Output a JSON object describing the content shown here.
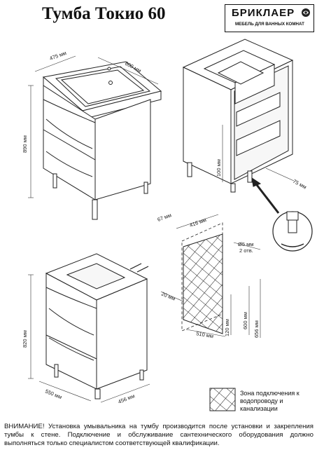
{
  "header": {
    "title": "Тумба Токио 60",
    "brand_name": "БРИКЛАЕР",
    "brand_tagline": "МЕБЕЛЬ ДЛЯ ВАННЫХ КОМНАТ"
  },
  "dimensions": {
    "depth_top": "475 мм",
    "width_top": "600 мм",
    "height_total": "890 мм",
    "leg_height": "100 мм",
    "rear_offset": "75 мм",
    "panel_offset": "67 мм",
    "panel_span": "416 мм",
    "hole": "Ø5 мм",
    "hole_count": "2 отв.",
    "hole_side": "20 мм",
    "panel_width": "510 мм",
    "panel_bottom": "120 мм",
    "panel_height": "600 мм",
    "panel_total": "656 мм",
    "cabinet_height": "820 мм",
    "cabinet_width": "550 мм",
    "cabinet_depth": "456 мм"
  },
  "legend": {
    "label": "Зона подключения к водопроводу и канализации"
  },
  "note": {
    "text": "ВНИМАНИЕ! Установка умывальника на тумбу производится после установки и закрепления тумбы к стене. Подключение и обслуживание сантехнического оборудования должно выполняться только специалистом соответствующей квалификации."
  }
}
